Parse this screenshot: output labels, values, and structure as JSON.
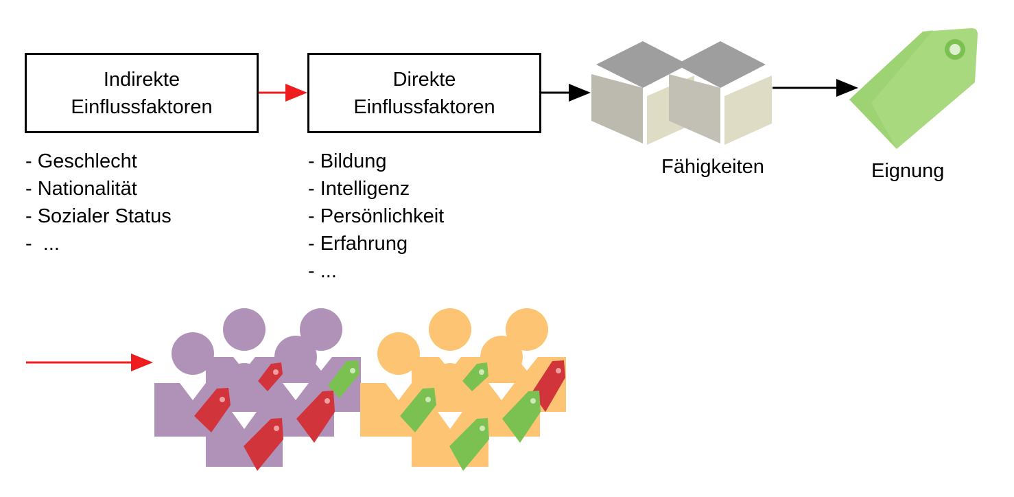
{
  "indirect": {
    "title_line1": "Indirekte",
    "title_line2": "Einflussfaktoren",
    "items": [
      "- Geschlecht",
      "- Nationalität",
      "- Sozialer Status",
      "-  ..."
    ]
  },
  "direct": {
    "title_line1": "Direkte",
    "title_line2": "Einflussfaktoren",
    "items": [
      "- Bildung",
      "- Intelligenz",
      "- Persönlichkeit",
      "- Erfahrung",
      "- ..."
    ]
  },
  "skills": {
    "label": "Fähigkeiten",
    "icon": "cubes-icon"
  },
  "suitability": {
    "label": "Eignung",
    "icon": "tag-icon"
  },
  "colors": {
    "arrow_red": "#ee1c1c",
    "arrow_black": "#000000",
    "tag_green": "#a8d97f",
    "tag_green_dark": "#6db548",
    "tag_red": "#d2343c",
    "group_purple": "#b092b8",
    "group_orange": "#fdc474",
    "cube_top": "#9e9e9e",
    "cube_side": "#bcb9ae",
    "cube_front": "#dedcc4"
  }
}
